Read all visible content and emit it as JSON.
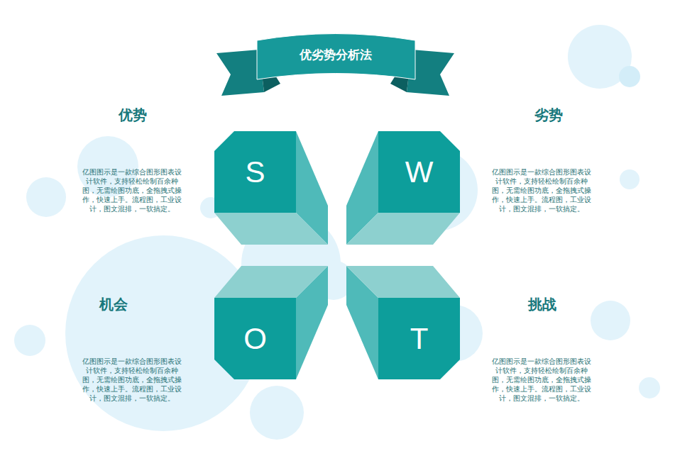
{
  "diagram": {
    "title": "优劣势分析法",
    "nodes": [
      {
        "text": [
          "S"
        ]
      },
      {
        "text": [
          "W"
        ]
      },
      {
        "text": [
          "O"
        ]
      },
      {
        "text": [
          "T"
        ]
      }
    ],
    "labels": [
      "优势",
      "亿图图示是一款综合图形图表设计软件，支持轻松绘制百余种图，无需绘图功底，全拖拽式操作，快速上手。流程图，工业设计，图文混排，一软搞定。",
      "劣势",
      "亿图图示是一款综合图形图表设计软件，支持轻松绘制百余种图，无需绘图功底，全拖拽式操作，快速上手。流程图，工业设计，图文混排，一软搞定。",
      "机会",
      "亿图图示是一款综合图形图表设计软件，支持轻松绘制百余种图，无需绘图功底，全拖拽式操作，快速上手。流程图，工业设计，图文混排，一软搞定。",
      "挑战",
      "亿图图示是一款综合图形图表设计软件，支持轻松绘制百余种图，无需绘图功底，全拖拽式操作，快速上手。流程图，工业设计，图文混排，一软搞定。"
    ]
  }
}
